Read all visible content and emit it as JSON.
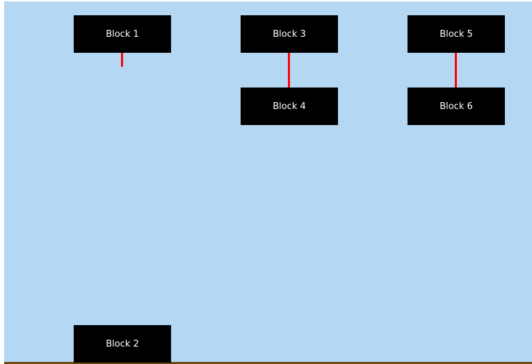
{
  "diagram": {
    "blocks": {
      "block1": "Block 1",
      "block2": "Block 2",
      "block3": "Block 3",
      "block4": "Block 4",
      "block5": "Block 5",
      "block6": "Block 6"
    },
    "colors": {
      "background": "#b4d7f3",
      "block_fill": "#000000",
      "block_text": "#ffffff",
      "connector": "#ff0000"
    }
  }
}
